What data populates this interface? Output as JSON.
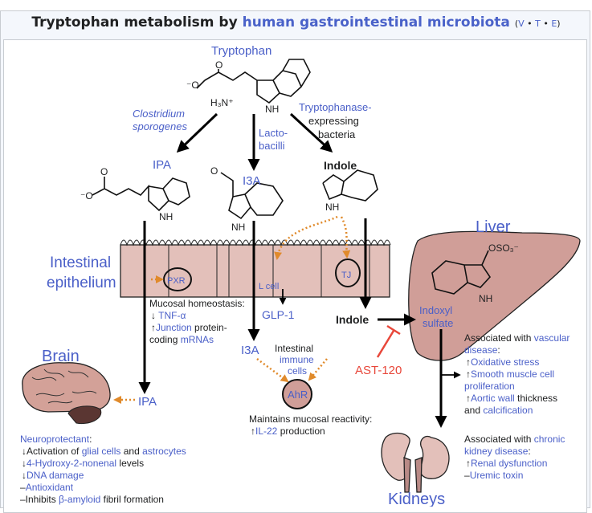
{
  "title": {
    "prefix": "Tryptophan metabolism by ",
    "link": "human gastrointestinal microbiota",
    "vte": [
      "V",
      "T",
      "E"
    ]
  },
  "nodes": {
    "tryptophan": "Tryptophan",
    "ipa": "IPA",
    "i3a": "I3A",
    "indole": "Indole",
    "indole2": "Indole",
    "i3a2": "I3A",
    "ipa2": "IPA",
    "glp1": "GLP-1",
    "lcell": "L cell",
    "pxr": "PXR",
    "tj": "TJ",
    "ahr": "AhR",
    "indoxyl": "Indoxyl",
    "sulfate": "sulfate",
    "oso3": "OSO₃⁻",
    "nh": "NH",
    "h3n": "H₃N⁺",
    "ominus": "⁻O",
    "o": "O",
    "ast120": "AST-120"
  },
  "bacteria": {
    "clostridium": [
      "Clostridium",
      "sporogenes"
    ],
    "lacto": [
      "Lacto-",
      "bacilli"
    ],
    "tryptophanase": [
      "Tryptophanase-",
      "expressing",
      "bacteria"
    ]
  },
  "organs": {
    "epithelium": [
      "Intestinal",
      "epithelium"
    ],
    "brain": "Brain",
    "liver": "Liver",
    "kidneys": "Kidneys"
  },
  "immune": [
    "Intestinal",
    "immune",
    "cells"
  ],
  "mucosal": {
    "l1": "Mucosal homeostasis:",
    "l2": [
      "↓ ",
      "TNF-α"
    ],
    "l3": [
      "↑",
      "Junction",
      " protein-"
    ],
    "l4": [
      "coding ",
      "mRNAs"
    ]
  },
  "reactivity": {
    "l1": "Maintains mucosal reactivity:",
    "l2": [
      "↑",
      "IL-22",
      " production"
    ]
  },
  "neuro": {
    "l1": [
      "Neuroprotectant",
      ":"
    ],
    "l2": [
      "↓Activation of ",
      "glial cells",
      " and ",
      "astrocytes"
    ],
    "l3": [
      "↓",
      "4-Hydroxy-2-nonenal",
      " levels"
    ],
    "l4": [
      "↓",
      "DNA damage"
    ],
    "l5": [
      "–",
      "Antioxidant"
    ],
    "l6": [
      "–Inhibits ",
      "β-amyloid",
      " fibril formation"
    ]
  },
  "vascular": {
    "l1": [
      "Associated with ",
      "vascular"
    ],
    "l2": [
      "disease",
      ":"
    ],
    "l3": [
      "↑",
      "Oxidative stress"
    ],
    "l4": [
      "↑",
      "Smooth muscle cell"
    ],
    "l5": "proliferation",
    "l6": [
      "↑",
      "Aortic wall",
      " thickness"
    ],
    "l7": [
      "and ",
      "calcification"
    ]
  },
  "kidney": {
    "l1": [
      "Associated with ",
      "chronic"
    ],
    "l2": [
      "kidney disease",
      ":"
    ],
    "l3": [
      "↑",
      "Renal dysfunction"
    ],
    "l4": [
      "–",
      "Uremic toxin"
    ]
  },
  "colors": {
    "link": "#4a5fc8",
    "orange": "#e08a2b",
    "red": "#e8473a",
    "tissue": "#e3c0ba",
    "liver": "#d09e98"
  }
}
